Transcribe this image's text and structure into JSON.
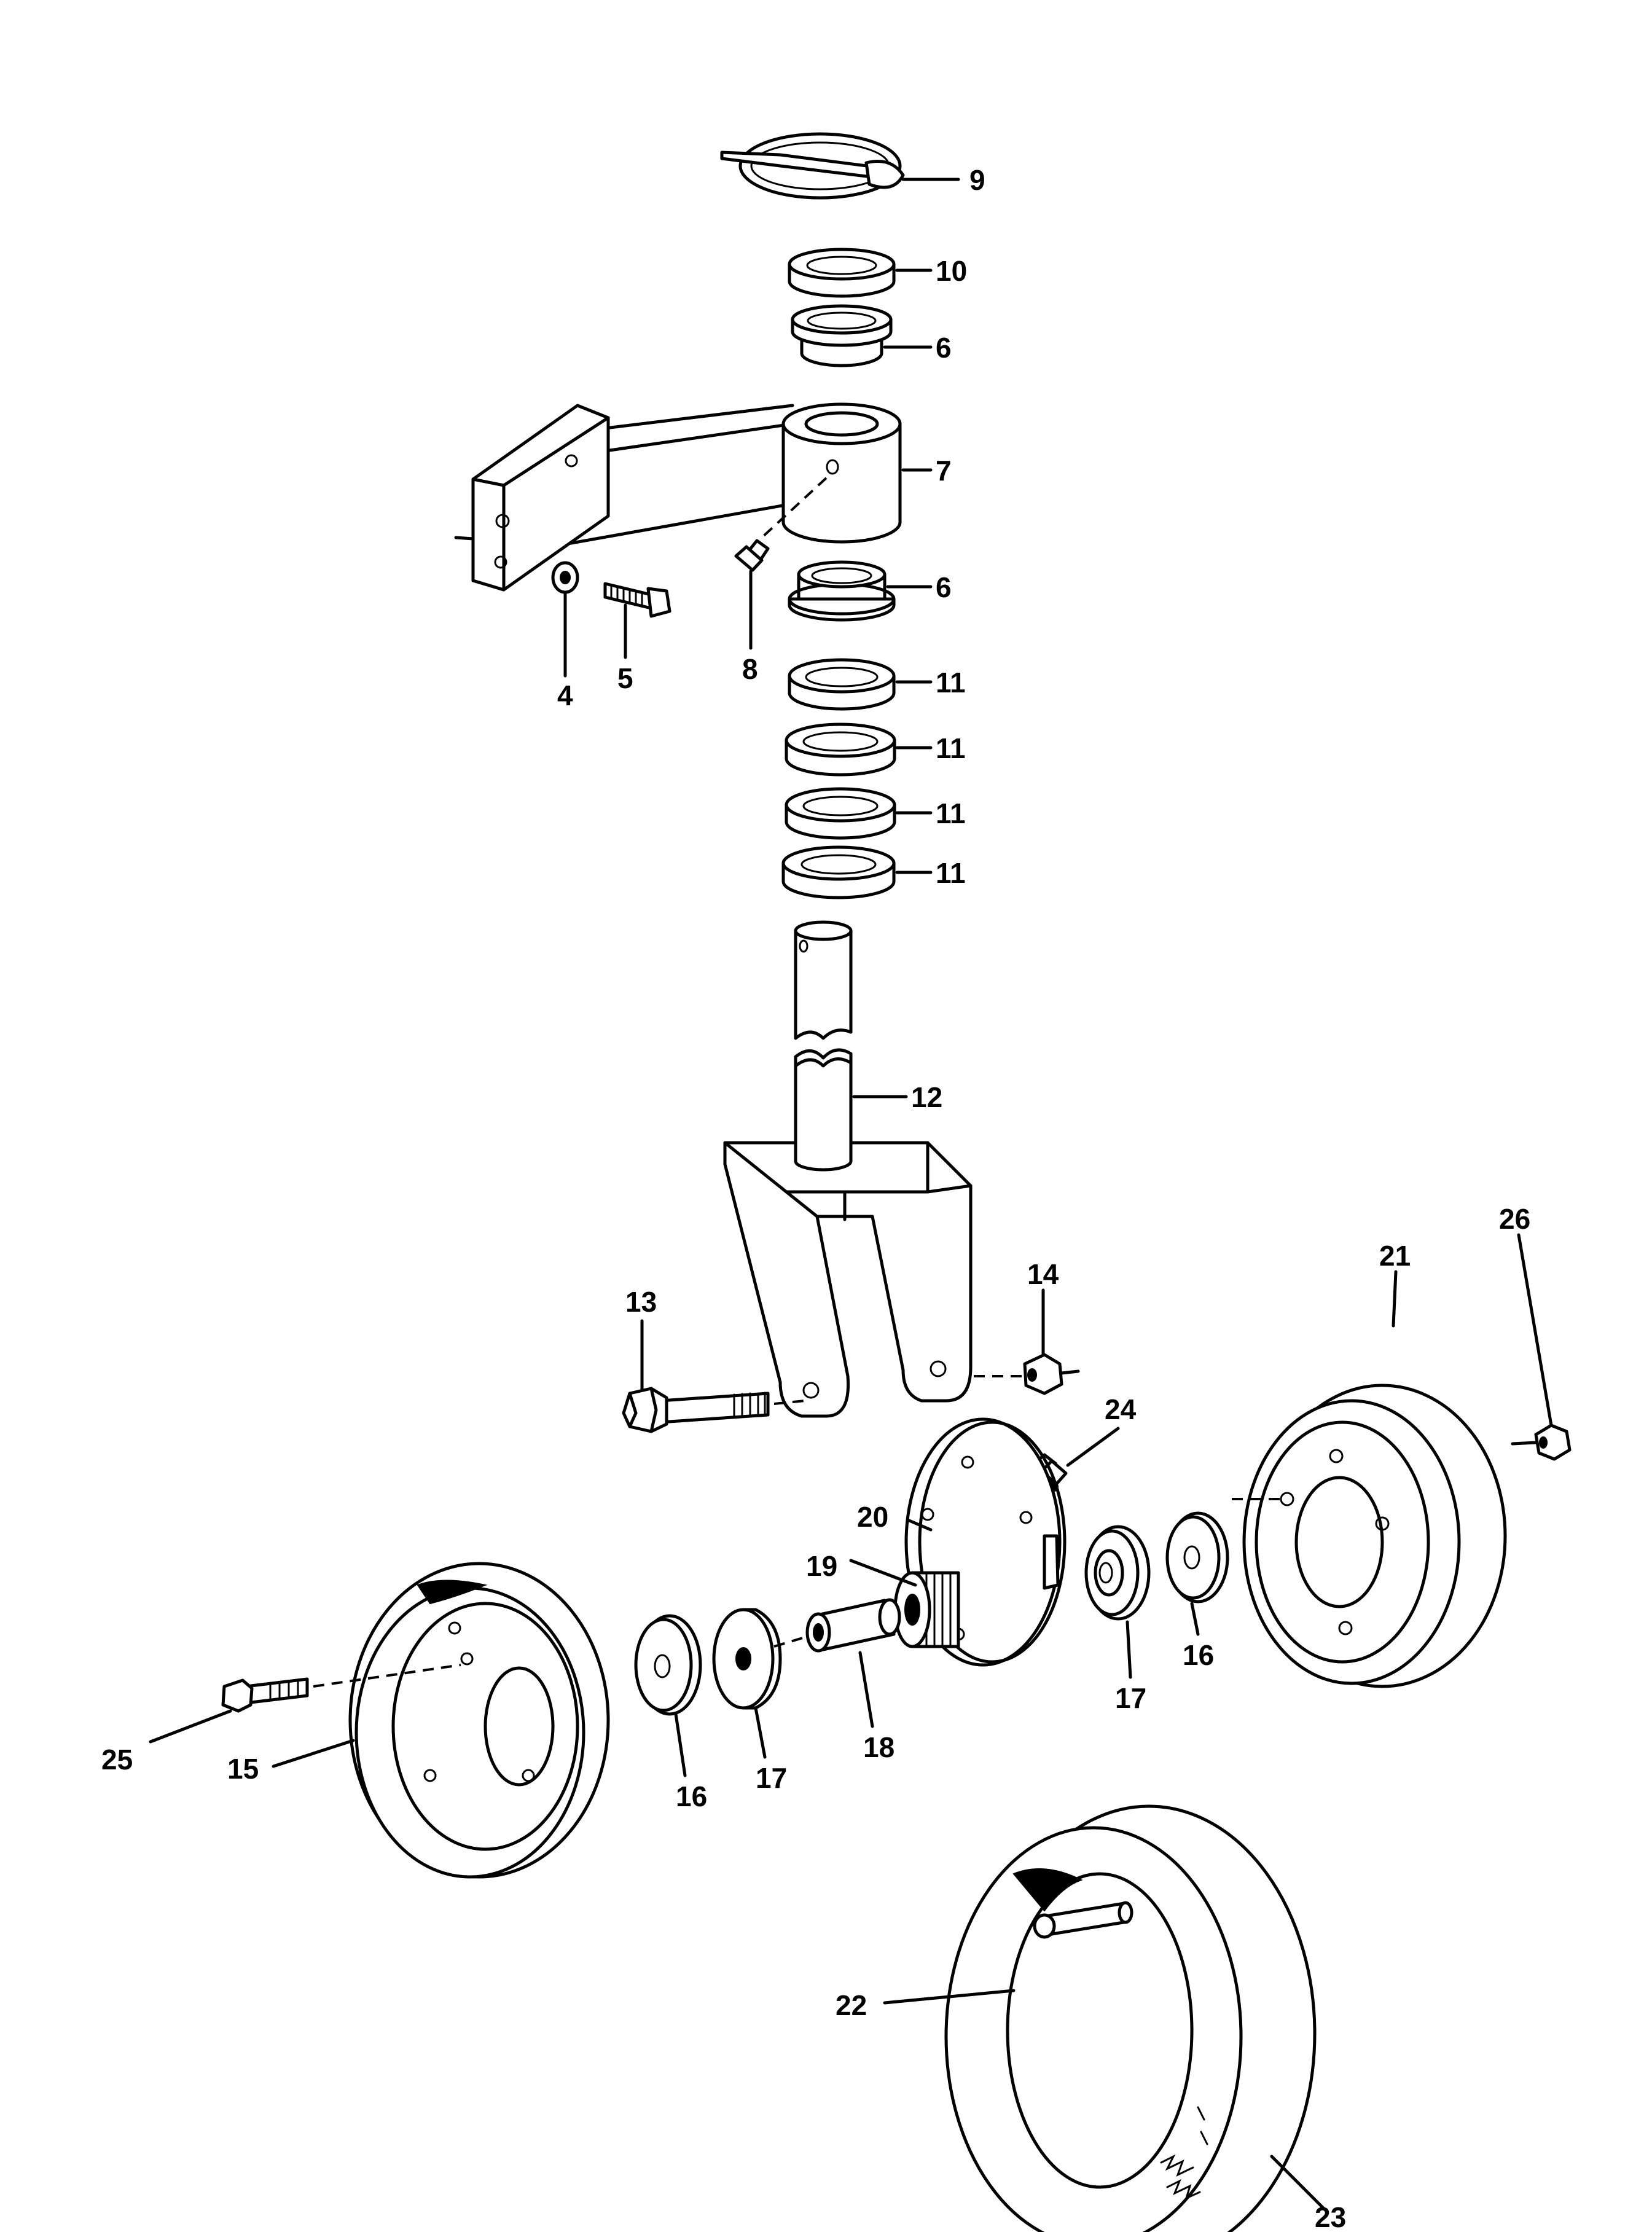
{
  "labels": {
    "p4": "4",
    "p5": "5",
    "p6a": "6",
    "p6b": "6",
    "p7": "7",
    "p8": "8",
    "p9": "9",
    "p10": "10",
    "p11a": "11",
    "p11b": "11",
    "p11c": "11",
    "p11d": "11",
    "p12": "12",
    "p13": "13",
    "p14": "14",
    "p15": "15",
    "p16a": "16",
    "p16b": "16",
    "p17a": "17",
    "p17b": "17",
    "p18": "18",
    "p19": "19",
    "p20": "20",
    "p21": "21",
    "p22": "22",
    "p23": "23",
    "p24": "24",
    "p25": "25",
    "p26": "26"
  }
}
